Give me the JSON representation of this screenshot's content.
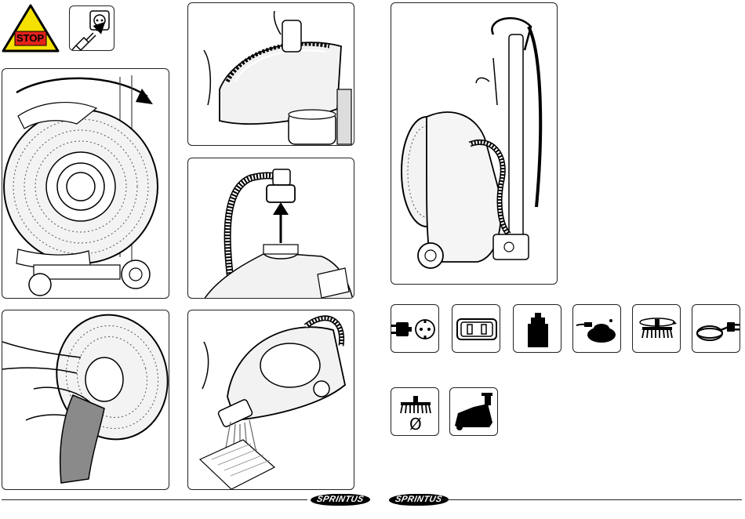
{
  "warning": {
    "stop_label": "STOP",
    "icons": [
      "stop-warning-icon",
      "unplug-icon"
    ]
  },
  "panels": [
    {
      "id": "panel-rotate-brush",
      "number": "",
      "icon": "brush-rotate-removal-illustration"
    },
    {
      "id": "panel-lift-tank",
      "number": "",
      "icon": "lift-tank-illustration"
    },
    {
      "id": "panel-hose-remove",
      "number": "",
      "icon": "remove-hose-illustration"
    },
    {
      "id": "panel-clean-brush",
      "number": "",
      "icon": "clean-brush-cloth-illustration"
    },
    {
      "id": "panel-drain-tank",
      "number": "",
      "icon": "drain-tank-illustration"
    },
    {
      "id": "panel-upright-machine",
      "number": "",
      "icon": "upright-machine-illustration"
    }
  ],
  "spec_icons": [
    {
      "name": "plug-socket-icon",
      "symbol": "⊕"
    },
    {
      "name": "power-outlet-icon",
      "symbol": ""
    },
    {
      "name": "weight-icon",
      "symbol": ""
    },
    {
      "name": "pad-driver-icon",
      "symbol": ""
    },
    {
      "name": "brush-rotation-icon",
      "symbol": ""
    },
    {
      "name": "cable-plug-icon",
      "symbol": ""
    },
    {
      "name": "brush-diameter-icon",
      "symbol": "Ø"
    },
    {
      "name": "machine-side-icon",
      "symbol": ""
    }
  ],
  "footer": {
    "brand_left": "SPRINTUS",
    "brand_right": "SPRINTUS"
  }
}
